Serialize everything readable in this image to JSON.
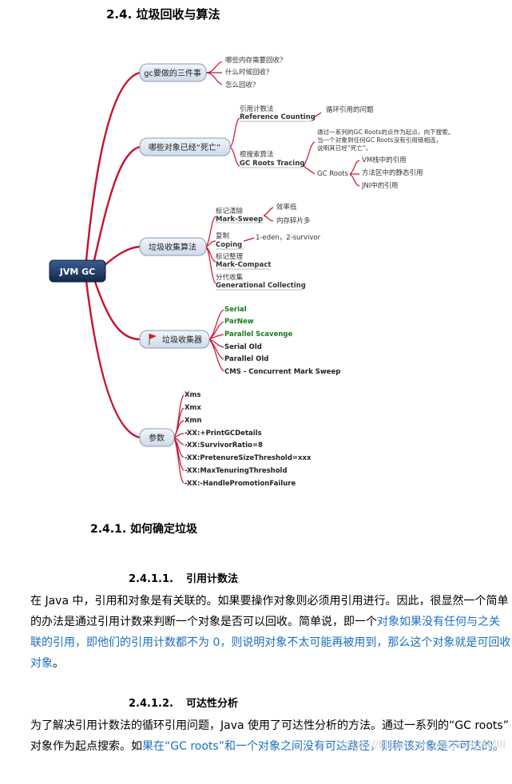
{
  "heading_2_4": "2.4. 垃圾回收与算法",
  "mindmap": {
    "root": "JVM GC",
    "gc_three": {
      "label": "gc要做的三件事",
      "items": [
        "哪些内存需要回收？",
        "什么时候回收？",
        "怎么回收？"
      ]
    },
    "dead": {
      "label": "哪些对象已经“死亡”",
      "refcount_cn": "引用计数法",
      "refcount_en": "Reference Counting",
      "refcount_note": "循环引用的问题",
      "reach_cn": "根搜索算法",
      "reach_en": "GC Roots Tracing",
      "reach_desc": [
        "通过一系列的GC Roots的点作为起点，向下搜索。",
        "当一个对象到任何GC Roots没有引用链相连，",
        "说明其已经“死亡”。"
      ],
      "gcroots": "GC Roots",
      "gcroots_items": [
        "VM栈中的引用",
        "方法区中的静态引用",
        "JNI中的引用"
      ]
    },
    "algo": {
      "label": "垃圾收集算法",
      "ms_cn": "标记清除",
      "ms_en": "Mark-Sweep",
      "ms_notes": [
        "效率低",
        "内存碎片多"
      ],
      "cp_cn": "复制",
      "cp_en": "Coping",
      "cp_note": "1-eden，2-survivor",
      "mc_cn": "标记整理",
      "mc_en": "Mark-Compact",
      "gen_cn": "分代收集",
      "gen_en": "Generational Collecting"
    },
    "collectors": {
      "label": "垃圾收集器",
      "items": [
        "Serial",
        "ParNew",
        "Parallel Scavenge",
        "Serial Old",
        "Parallel Old",
        "CMS - Concurrent Mark Sweep"
      ]
    },
    "params": {
      "label": "参数",
      "items": [
        "Xms",
        "Xmx",
        "Xmn",
        "-XX:+PrintGCDetails",
        "-XX:SurvivorRatio=8",
        "-XX:PretenureSizeThreshold=xxx",
        "-XX:MaxTenuringThreshold",
        "-XX:-HandlePromotionFailure"
      ]
    },
    "colors": {
      "branch": "#c8102e",
      "green_text": "#1a7a1a",
      "root_bg": "#1f3a66"
    }
  },
  "heading_2_4_1": "2.4.1.  如何确定垃圾",
  "sec_2_4_1_1": {
    "num": "2.4.1.1.",
    "title": "引用计数法"
  },
  "para1": {
    "line1": "在 Java 中，引用和对象是有关联的。如果要操作对象则必须用引用进行。因此，很显然一个简单",
    "line2_plain": "的办法是通过引用计数来判断一个对象是否可以回收。简单说，即一个",
    "line2_blue": "对象如果没有任何与之关",
    "line3_blue": "联的引用，即他们的引用计数都不为 0，则说明对象不太可能再被用到，那么这个对象就是可回收",
    "line4_blue": "对象",
    "line4_end": "。"
  },
  "sec_2_4_1_2": {
    "num": "2.4.1.2.",
    "title": "可达性分析"
  },
  "para2": {
    "line1": "为了解决引用计数法的循环引用问题，Java 使用了可达性分析的方法。通过一系列的“GC roots”",
    "line2_plain": "对象作为起点搜索。如",
    "line2_blue": "果在“GC roots”和一个对象之间没有可达路径，则称该对象是不可达的。"
  },
  "watermark": "https://blog.csdn.net/JavaJIAMIII"
}
